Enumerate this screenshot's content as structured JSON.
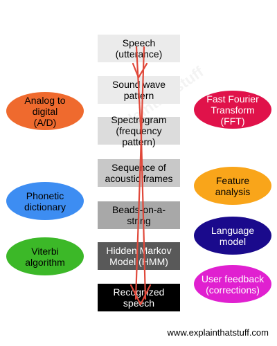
{
  "stages": [
    {
      "label": "Speech (utterance)",
      "bg": "#ebebeb",
      "fg": "#000000"
    },
    {
      "label": "Sound wave\npattern",
      "bg": "#ebebeb",
      "fg": "#000000"
    },
    {
      "label": "Spectrogram\n(frequency pattern)",
      "bg": "#dcdcdc",
      "fg": "#000000"
    },
    {
      "label": "Sequence of\nacoustic frames",
      "bg": "#c8c8c8",
      "fg": "#000000"
    },
    {
      "label": "Beads-on-a-string",
      "bg": "#a8a8a8",
      "fg": "#000000"
    },
    {
      "label": "Hidden Markov\nModel (HMM)",
      "bg": "#595959",
      "fg": "#ffffff"
    },
    {
      "label": "Recognized speech",
      "bg": "#000000",
      "fg": "#ffffff"
    }
  ],
  "left_ovals": [
    {
      "label": "Analog to digital\n(A/D)",
      "bg": "#ef6a2e",
      "fg": "#000000"
    },
    {
      "label": "Phonetic\ndictionary",
      "bg": "#3d8df2",
      "fg": "#000000"
    },
    {
      "label": "Viterbi\nalgorithm",
      "bg": "#3cb828",
      "fg": "#000000"
    }
  ],
  "right_ovals": [
    {
      "label": "Fast Fourier\nTransform (FFT)",
      "bg": "#e0124a",
      "fg": "#ffffff"
    },
    {
      "label": "Feature\nanalysis",
      "bg": "#f9a51a",
      "fg": "#000000"
    },
    {
      "label": "Language\nmodel",
      "bg": "#1a0a8c",
      "fg": "#ffffff"
    },
    {
      "label": "User feedback\n(corrections)",
      "bg": "#e020d0",
      "fg": "#ffffff"
    }
  ],
  "colors": {
    "arrow": "#e0483a"
  },
  "watermark": "explainthatstuff",
  "credit": "www.explainthatstuff.com"
}
